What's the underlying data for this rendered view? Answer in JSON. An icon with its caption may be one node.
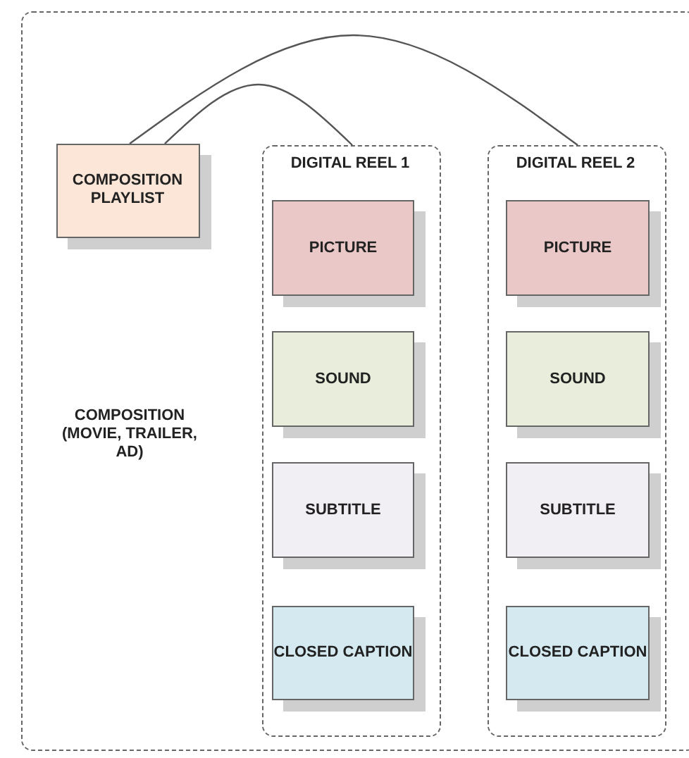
{
  "diagram": {
    "nodes": [
      {
        "text": [
          "COMPOSITION (MOVIE, TRAILER, AD)"
        ]
      },
      {
        "text": [
          "COMPOSITION PLAYLIST"
        ],
        "in": 0
      },
      {
        "text": [
          "DIGITAL REEL 1"
        ],
        "in": 0
      },
      {
        "text": [
          "PICTURE"
        ],
        "in": 2
      },
      {
        "text": [
          "SOUND"
        ],
        "in": 2
      },
      {
        "text": [
          "SUBTITLE"
        ],
        "in": 2
      },
      {
        "text": [
          "CLOSED CAPTION"
        ],
        "in": 2
      },
      {
        "text": [
          "DIGITAL REEL 2"
        ],
        "in": 0
      },
      {
        "text": [
          "PICTURE"
        ],
        "in": 7
      },
      {
        "text": [
          "SOUND"
        ],
        "in": 7
      },
      {
        "text": [
          "SUBTITLE"
        ],
        "in": 7
      },
      {
        "text": [
          "CLOSED CAPTION"
        ],
        "in": 7
      }
    ],
    "edges": [
      {
        "from": 1,
        "to": 2,
        "arrow": "none"
      },
      {
        "from": 1,
        "to": 7,
        "arrow": "none"
      }
    ]
  }
}
